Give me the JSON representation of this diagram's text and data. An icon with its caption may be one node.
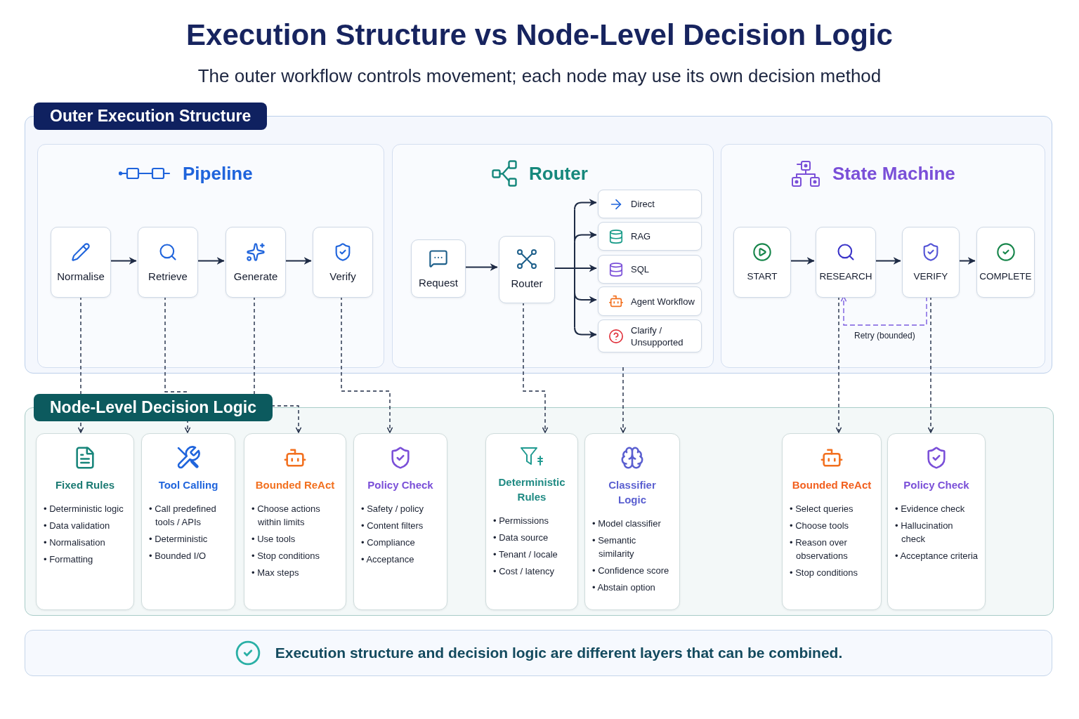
{
  "diagram": {
    "title": "Execution Structure vs Node-Level Decision Logic",
    "nodes": [
      {
        "text": [
          "Outer Execution Structure"
        ]
      },
      {
        "text": [
          "Pipeline"
        ],
        "in": 0
      },
      {
        "text": [
          "Normalise"
        ],
        "in": 1
      },
      {
        "text": [
          "Retrieve"
        ],
        "in": 1
      },
      {
        "text": [
          "Generate"
        ],
        "in": 1
      },
      {
        "text": [
          "Verify"
        ],
        "in": 1
      },
      {
        "text": [
          "Router"
        ],
        "in": 0
      },
      {
        "text": [
          "Request"
        ],
        "in": 6
      },
      {
        "text": [
          "Router"
        ],
        "in": 6
      },
      {
        "text": [
          "Direct"
        ],
        "in": 6
      },
      {
        "text": [
          "RAG"
        ],
        "in": 6
      },
      {
        "text": [
          "SQL"
        ],
        "in": 6
      },
      {
        "text": [
          "Agent Workflow"
        ],
        "in": 6
      },
      {
        "text": [
          "Clarify / Unsupported"
        ],
        "in": 6
      },
      {
        "text": [
          "State Machine"
        ],
        "in": 0
      },
      {
        "text": [
          "START"
        ],
        "in": 14
      },
      {
        "text": [
          "RESEARCH"
        ],
        "in": 14
      },
      {
        "text": [
          "VERIFY"
        ],
        "in": 14
      },
      {
        "text": [
          "COMPLETE"
        ],
        "in": 14
      },
      {
        "text": [
          "Node-Level Decision Logic"
        ]
      },
      {
        "text": [
          "Fixed Rules",
          "• Deterministic logic",
          "• Data validation",
          "• Normalisation",
          "• Formatting"
        ],
        "in": 19
      },
      {
        "text": [
          "Tool Calling",
          "• Call predefined tools / APIs",
          "• Deterministic",
          "• Bounded I/O"
        ],
        "in": 19
      },
      {
        "text": [
          "Bounded ReAct",
          "• Choose actions within limits",
          "• Use tools",
          "• Stop conditions",
          "• Max steps"
        ],
        "in": 19
      },
      {
        "text": [
          "Policy Check",
          "• Safety / policy",
          "• Content filters",
          "• Compliance",
          "• Acceptance"
        ],
        "in": 19
      },
      {
        "text": [
          "Deterministic Rules",
          "• Permissions",
          "• Data source",
          "• Tenant / locale",
          "• Cost / latency"
        ],
        "in": 19
      },
      {
        "text": [
          "Classifier Logic",
          "• Model classifier",
          "• Semantic similarity",
          "• Confidence score",
          "• Abstain option"
        ],
        "in": 19
      },
      {
        "text": [
          "Bounded ReAct",
          "• Select queries",
          "• Choose tools",
          "• Reason over observations",
          "• Stop conditions"
        ],
        "in": 19
      },
      {
        "text": [
          "Policy Check",
          "• Evidence check",
          "• Hallucination check",
          "• Acceptance criteria"
        ],
        "in": 19
      },
      {
        "text": [
          "Execution structure and decision logic are different layers that can be combined."
        ]
      }
    ],
    "edges": [
      {
        "from": 2,
        "to": 3,
        "arrow": "to"
      },
      {
        "from": 3,
        "to": 4,
        "arrow": "to"
      },
      {
        "from": 4,
        "to": 5,
        "arrow": "to"
      },
      {
        "from": 7,
        "to": 8,
        "arrow": "to"
      },
      {
        "from": 8,
        "to": 9,
        "arrow": "to"
      },
      {
        "from": 8,
        "to": 10,
        "arrow": "to"
      },
      {
        "from": 8,
        "to": 11,
        "arrow": "to"
      },
      {
        "from": 8,
        "to": 12,
        "arrow": "to"
      },
      {
        "from": 8,
        "to": 13,
        "arrow": "to"
      },
      {
        "from": 15,
        "to": 16,
        "arrow": "to"
      },
      {
        "from": 16,
        "to": 17,
        "arrow": "to"
      },
      {
        "from": 17,
        "to": 18,
        "arrow": "to"
      },
      {
        "from": 17,
        "to": 16,
        "arrow": "to",
        "label": "Retry (bounded)",
        "style": "dashed",
        "color": "#7b5ce0"
      },
      {
        "from": 2,
        "to": 20,
        "arrow": "to",
        "style": "dashed"
      },
      {
        "from": 3,
        "to": 21,
        "arrow": "to",
        "style": "dashed"
      },
      {
        "from": 4,
        "to": 22,
        "arrow": "to",
        "style": "dashed"
      },
      {
        "from": 5,
        "to": 23,
        "arrow": "to",
        "style": "dashed"
      },
      {
        "from": 8,
        "to": 24,
        "arrow": "to",
        "style": "dashed"
      },
      {
        "from": 6,
        "to": 25,
        "arrow": "to",
        "style": "dashed"
      },
      {
        "from": 16,
        "to": 26,
        "arrow": "to",
        "style": "dashed"
      },
      {
        "from": 17,
        "to": 27,
        "arrow": "to",
        "style": "dashed"
      }
    ],
    "labels": [
      "The outer workflow controls movement; each node may use its own decision method"
    ]
  }
}
